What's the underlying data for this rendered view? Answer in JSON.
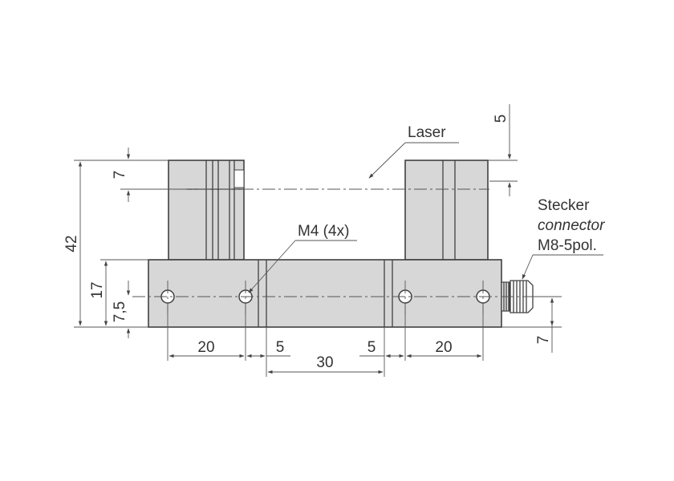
{
  "drawing": {
    "labels": {
      "laser": "Laser",
      "mount_holes": "M4 (4x)",
      "connector_de": "Stecker",
      "connector_en": "connector",
      "connector_type": "M8-5pol."
    },
    "dimensions": {
      "overall_height": "42",
      "arm_offset": "7",
      "laser_offset": "5",
      "base_height": "17",
      "hole_height": "7,5",
      "connector_height": "7",
      "hole_spacing_left": "20",
      "gap_left": "5",
      "center_width": "30",
      "gap_right": "5",
      "hole_spacing_right": "20"
    },
    "colors": {
      "body": "#d7d7d7",
      "line": "#404040",
      "text": "#333333"
    }
  }
}
